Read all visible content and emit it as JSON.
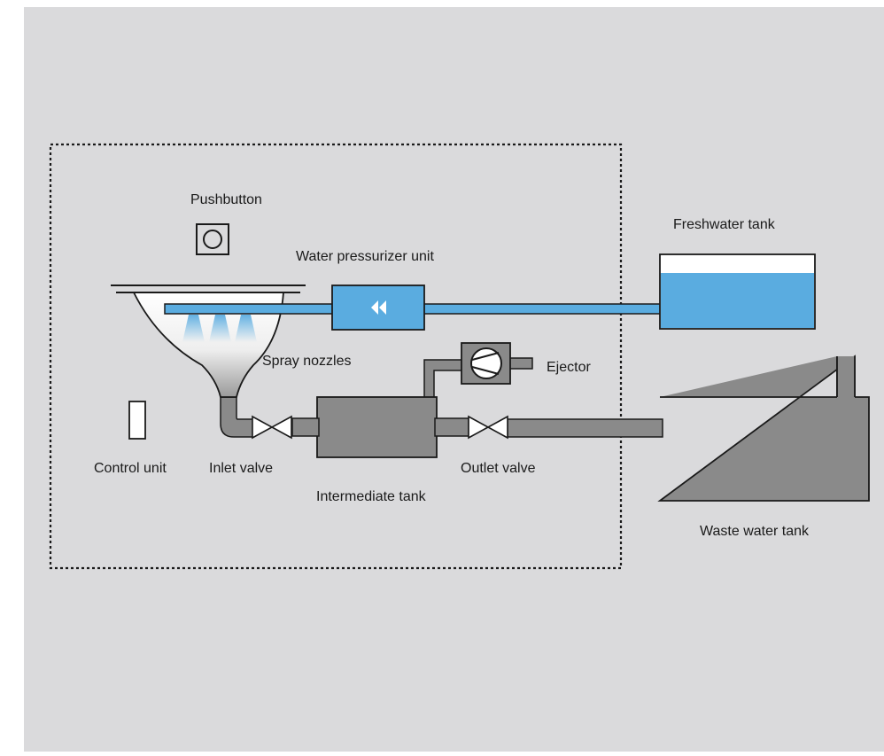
{
  "labels": {
    "pushbutton": "Pushbutton",
    "water_pressurizer_unit": "Water pressurizer unit",
    "freshwater_tank": "Freshwater tank",
    "spray_nozzles": "Spray nozzles",
    "ejector": "Ejector",
    "control_unit": "Control unit",
    "inlet_valve": "Inlet valve",
    "outlet_valve": "Outlet valve",
    "intermediate_tank": "Intermediate tank",
    "waste_water_tank": "Waste water tank"
  },
  "colors": {
    "background": "#dadadc",
    "freshwater": "#5aace0",
    "waste": "#8a8a8a",
    "outline": "#1a1a1a",
    "tank_top": "#ffffff"
  }
}
